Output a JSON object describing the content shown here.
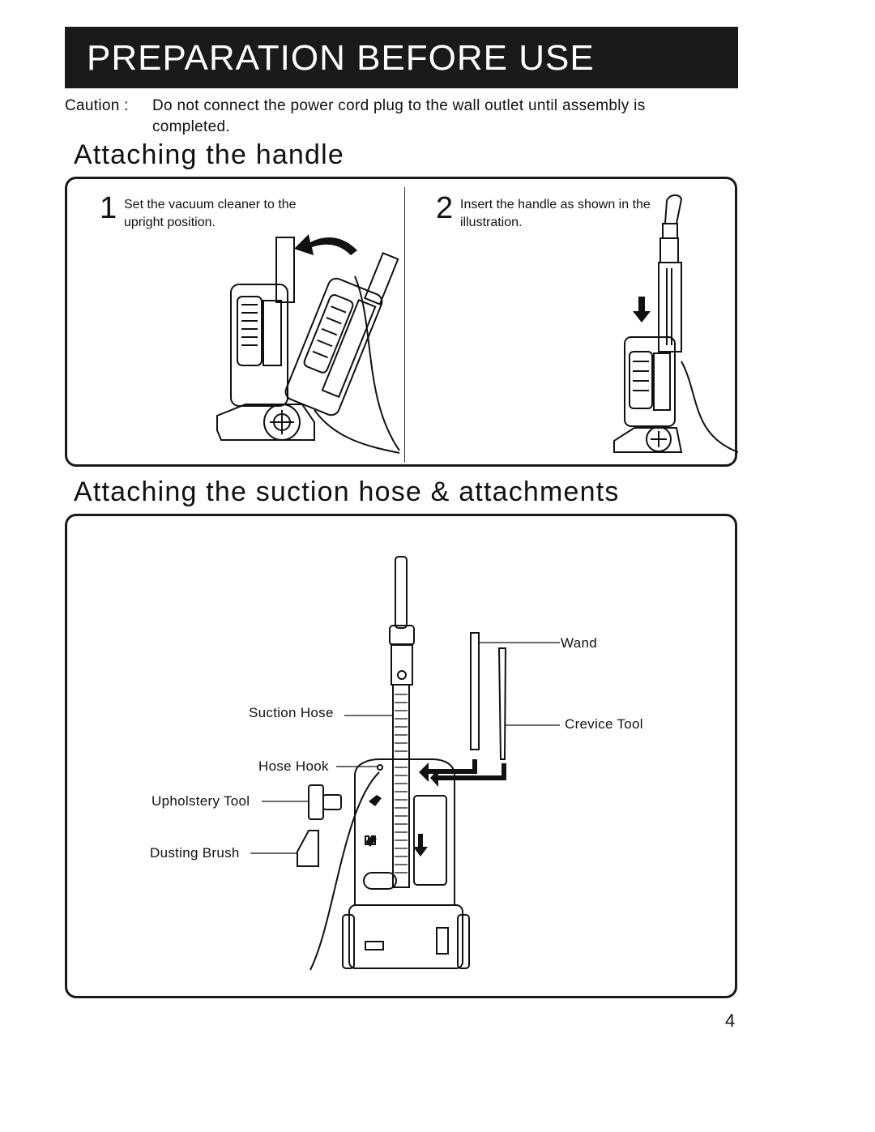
{
  "header": {
    "title": "PREPARATION BEFORE USE"
  },
  "caution": {
    "label": "Caution :",
    "text": "Do not connect the power cord plug to the wall outlet until assembly is completed."
  },
  "sections": [
    {
      "title": "Attaching the handle",
      "steps": [
        {
          "number": "1",
          "text": "Set the vacuum cleaner to the upright position."
        },
        {
          "number": "2",
          "text": "Insert the handle as shown in the illustration."
        }
      ]
    },
    {
      "title": "Attaching the suction hose & attachments",
      "labels": {
        "wand": "Wand",
        "crevice_tool": "Crevice Tool",
        "suction_hose": "Suction Hose",
        "hose_hook": "Hose Hook",
        "upholstery_tool": "Upholstery Tool",
        "dusting_brush": "Dusting Brush"
      }
    }
  ],
  "page_number": "4"
}
